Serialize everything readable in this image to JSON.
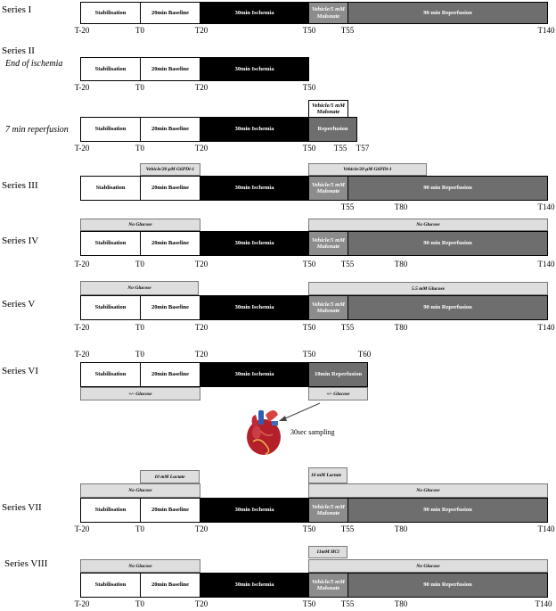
{
  "series_1": {
    "title": "Series I",
    "segments": {
      "stabilisation": "Stabilisation",
      "baseline": "20min Baseline",
      "ischemia": "30min Ischemia",
      "vehicle": "Vehicle/5 mM Malonate",
      "reperfusion": "90 min Reperfusion"
    },
    "ticks": {
      "t_minus20": "T-20",
      "t0": "T0",
      "t20": "T20",
      "t50": "T50",
      "t55": "T55",
      "t140": "T140"
    }
  },
  "series_2": {
    "title": "Series II",
    "end_label": "End of ischemia",
    "end_segments": {
      "stabilisation": "Stabilisation",
      "baseline": "20min Baseline",
      "ischemia": "30min Ischemia"
    },
    "end_ticks": {
      "t_minus20": "T-20",
      "t0": "T0",
      "t20": "T20",
      "t50": "T50"
    },
    "reperf_label": "7 min reperfusion",
    "reperf_box": "Vehicle/5 mM Malonate",
    "reperf_segments": {
      "stabilisation": "Stabilisation",
      "baseline": "20min Baseline",
      "ischemia": "30min Ischemia",
      "reperfusion": "Reperfusion"
    },
    "reperf_ticks": {
      "t_minus20": "T-20",
      "t0": "T0",
      "t20": "T20",
      "t50": "T50",
      "t55": "T55",
      "t57": "T57"
    }
  },
  "series_3": {
    "title": "Series III",
    "bar_left": "Vehicle/20 μM G6PDi-1",
    "bar_right": "Vehicle/20 μM G6PDi-1",
    "segments": {
      "stabilisation": "Stablisation",
      "baseline": "20min Baseline",
      "ischemia": "30min Ischemia",
      "vehicle": "Vehicle/5 mM Malonate",
      "reperfusion": "90 min Reperfusion"
    },
    "ticks": {
      "t55": "T55",
      "t80": "T80",
      "t140": "T140"
    }
  },
  "series_4": {
    "title": "Series IV",
    "bar_left": "No Glucose",
    "bar_right": "No Glucose",
    "segments": {
      "stabilisation": "Stabilisation",
      "baseline": "20min Baseline",
      "ischemia": "30min Ischemia",
      "vehicle": "Vehicle/5 mM Malonate",
      "reperfusion": "90 min Reperfusion"
    },
    "ticks": {
      "t_minus20": "T-20",
      "t0": "T0",
      "t20": "T20",
      "t50": "T50",
      "t55": "T55",
      "t80": "T80",
      "t140": "T140"
    }
  },
  "series_5": {
    "title": "Series V",
    "bar_left": "No Glucose",
    "bar_right": "5.5 mM Glucose",
    "segments": {
      "stabilisation": "Stabilisation",
      "baseline": "20min Baseline",
      "ischemia": "30min Ischemia",
      "vehicle": "Vehicle/5 mM Malonate",
      "reperfusion": "90 min Reperfusion"
    },
    "ticks": {
      "t_minus20": "T-20",
      "t0": "T0",
      "t20": "T20",
      "t50": "T50",
      "t55": "T55",
      "t80": "T80",
      "t140": "T140"
    }
  },
  "series_6": {
    "title": "Series VI",
    "top_ticks": {
      "t_minus20": "T-20",
      "t0": "T0",
      "t20": "T20",
      "t50": "T50",
      "t60": "T60"
    },
    "segments": {
      "stabilisation": "Stabilisation",
      "baseline": "20min Baseline",
      "ischemia": "30min Ischemia",
      "reperfusion": "10min Reperfusion"
    },
    "bar_left": "+/- Glucose",
    "bar_right": "+/- Glucose",
    "sampling": "30sec sampling"
  },
  "series_7": {
    "title": "Series VII",
    "lactate_left": "10 mM Lactate",
    "lactate_right": "10 mM Lactate",
    "bar_left": "No Glucose",
    "bar_right": "No Glucose",
    "segments": {
      "stabilisation": "Stabilisation",
      "baseline": "20min Baseline",
      "ischemia": "30min Ischemia",
      "vehicle": "Vehicle/5 mM Malonate",
      "reperfusion": "90 min Reperfusion"
    },
    "ticks": {
      "t_minus20": "T-20",
      "t0": "T0",
      "t20": "T20",
      "t50": "T50",
      "t55": "T55",
      "t80": "T80",
      "t140": "T140"
    }
  },
  "series_8": {
    "title": "Series VIII",
    "hcl": "11mM HCl",
    "bar_left": "No Glucose",
    "bar_right": "No Glucose",
    "segments": {
      "stabilisation": "Stabilisation",
      "baseline": "20min Baseline",
      "ischemia": "30min Ischemia",
      "vehicle": "Vehicle/5 mM Malonate",
      "reperfusion": "90 min Reperfusion"
    },
    "ticks": {
      "t_minus20": "T-20",
      "t0": "T0",
      "t20": "T20",
      "t50": "T50",
      "t55": "T55",
      "t80": "T80",
      "t140": "T140"
    }
  },
  "colors": {
    "ischemia": "#000000",
    "vehicle": "#8c8c8c",
    "reperfusion": "#6e6e6e",
    "perfusate_bar": "#dedede"
  },
  "icons": {
    "heart": "heart-icon",
    "arrow": "sampling-arrow-icon"
  }
}
